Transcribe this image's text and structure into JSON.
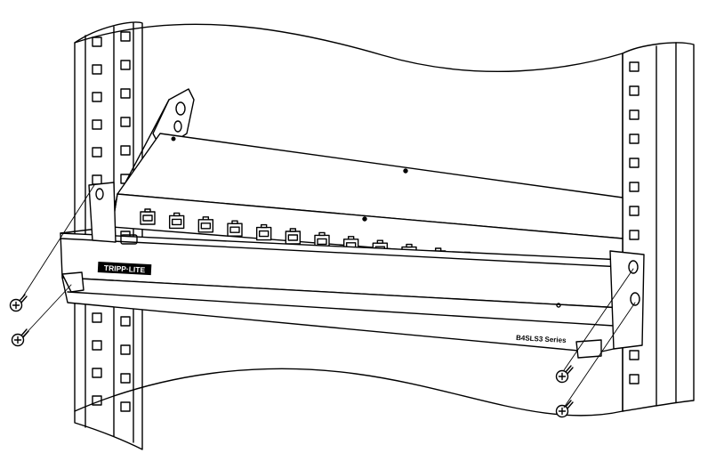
{
  "diagram": {
    "brand_logo_text": "TRIPP·LITE",
    "model_label": "B4SLS3 Series",
    "port_count": 16,
    "screw_count": 4,
    "rack_hole_count_per_column": 14,
    "colors": {
      "line": "#000000",
      "fill": "#ffffff",
      "port_fill": "#ffffff"
    }
  }
}
